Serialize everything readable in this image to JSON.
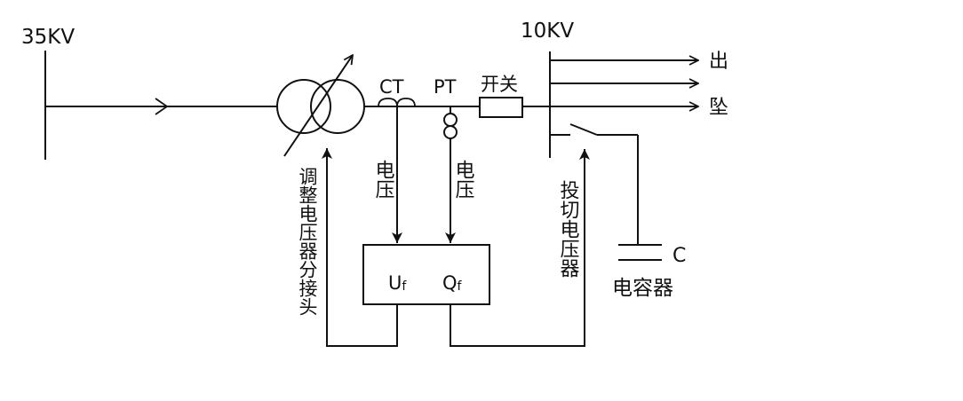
{
  "diagram": {
    "bus_35kv_label": "35KV",
    "bus_10kv_label": "10KV",
    "ct_label": "CT",
    "pt_label": "PT",
    "switch_label": "开关",
    "outgoing_label_1": "出",
    "outgoing_label_2": "坠",
    "ct_voltage_label": "电压",
    "pt_voltage_label": "电压",
    "tap_label": "调整电压器分接头",
    "switch_cap_label": "投切电压器",
    "controller_uf_label": "U",
    "controller_uf_sub": "f",
    "controller_qf_label": "Q",
    "controller_qf_sub": "f",
    "capacitor_label": "C",
    "capacitor_name": "电容器"
  },
  "colors": {
    "line": "#111111",
    "background": "#ffffff"
  }
}
